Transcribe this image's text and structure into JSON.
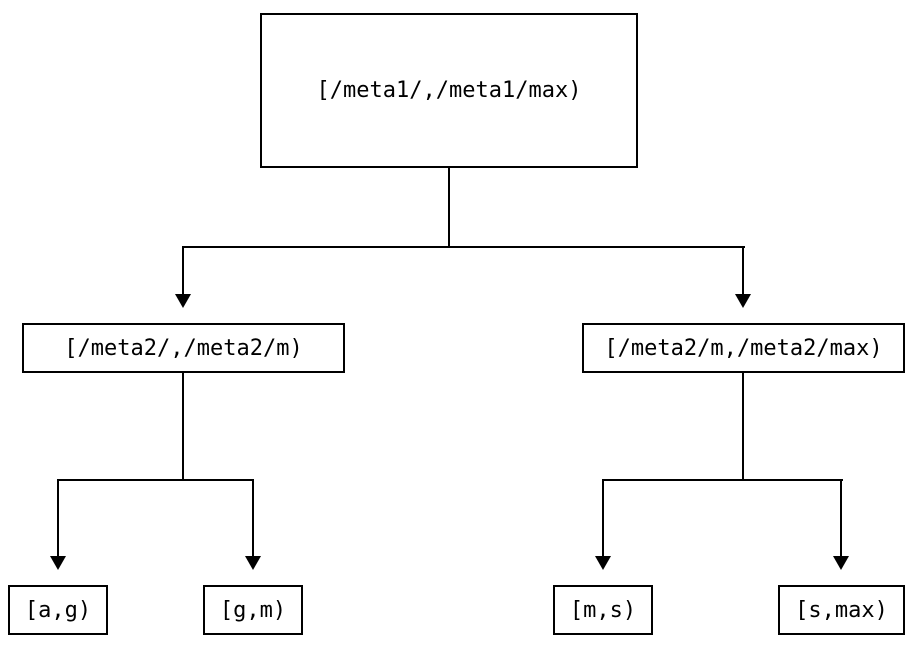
{
  "colors": {
    "line": "#000000",
    "background": "#ffffff",
    "text": "#000000"
  },
  "tree": {
    "root": {
      "label": "[/meta1/,/meta1/max)"
    },
    "children": [
      {
        "label": "[/meta2/,/meta2/m)",
        "children": [
          {
            "label": "[a,g)"
          },
          {
            "label": "[g,m)"
          }
        ]
      },
      {
        "label": "[/meta2/m,/meta2/max)",
        "children": [
          {
            "label": "[m,s)"
          },
          {
            "label": "[s,max)"
          }
        ]
      }
    ]
  }
}
